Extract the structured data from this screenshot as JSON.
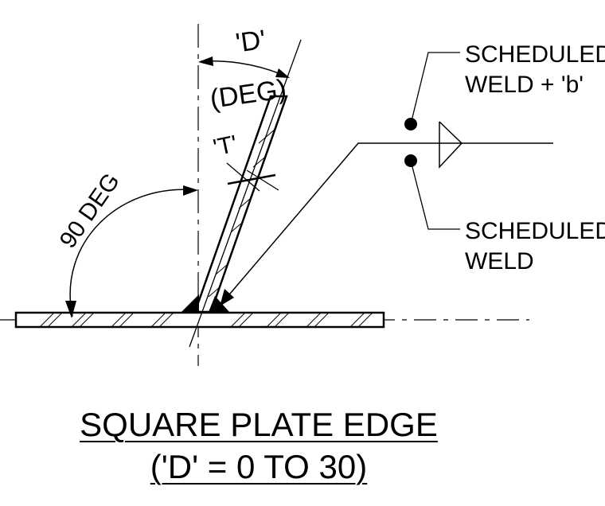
{
  "drawing": {
    "labels": {
      "angle_d": "'D'",
      "angle_unit": "(DEG)",
      "thickness": "'T'",
      "right_angle": "90 DEG",
      "weld_arrow_side": [
        "SCHEDULED",
        "WELD + 'b'"
      ],
      "weld_other_side": [
        "SCHEDULED",
        "WELD"
      ]
    },
    "title": {
      "line1": "SQUARE PLATE EDGE",
      "line2": "('D' = 0 TO 30)"
    }
  }
}
